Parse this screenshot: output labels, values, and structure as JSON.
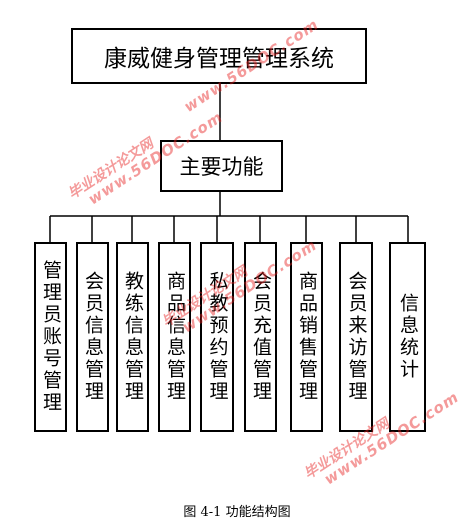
{
  "diagram": {
    "root": "康威健身管理管理系统",
    "main": "主要功能",
    "leaves": [
      "管理员账号管理",
      "会员信息管理",
      "教练信息管理",
      "商品信息管理",
      "私教预约管理",
      "会员充值管理",
      "商品销售管理",
      "会员来访管理",
      "信息统计"
    ]
  },
  "caption": "图 4-1 功能结构图",
  "watermark": {
    "cn": "毕业设计论文网",
    "en": "www.56DOC.com",
    "color": "#e61e1e"
  }
}
